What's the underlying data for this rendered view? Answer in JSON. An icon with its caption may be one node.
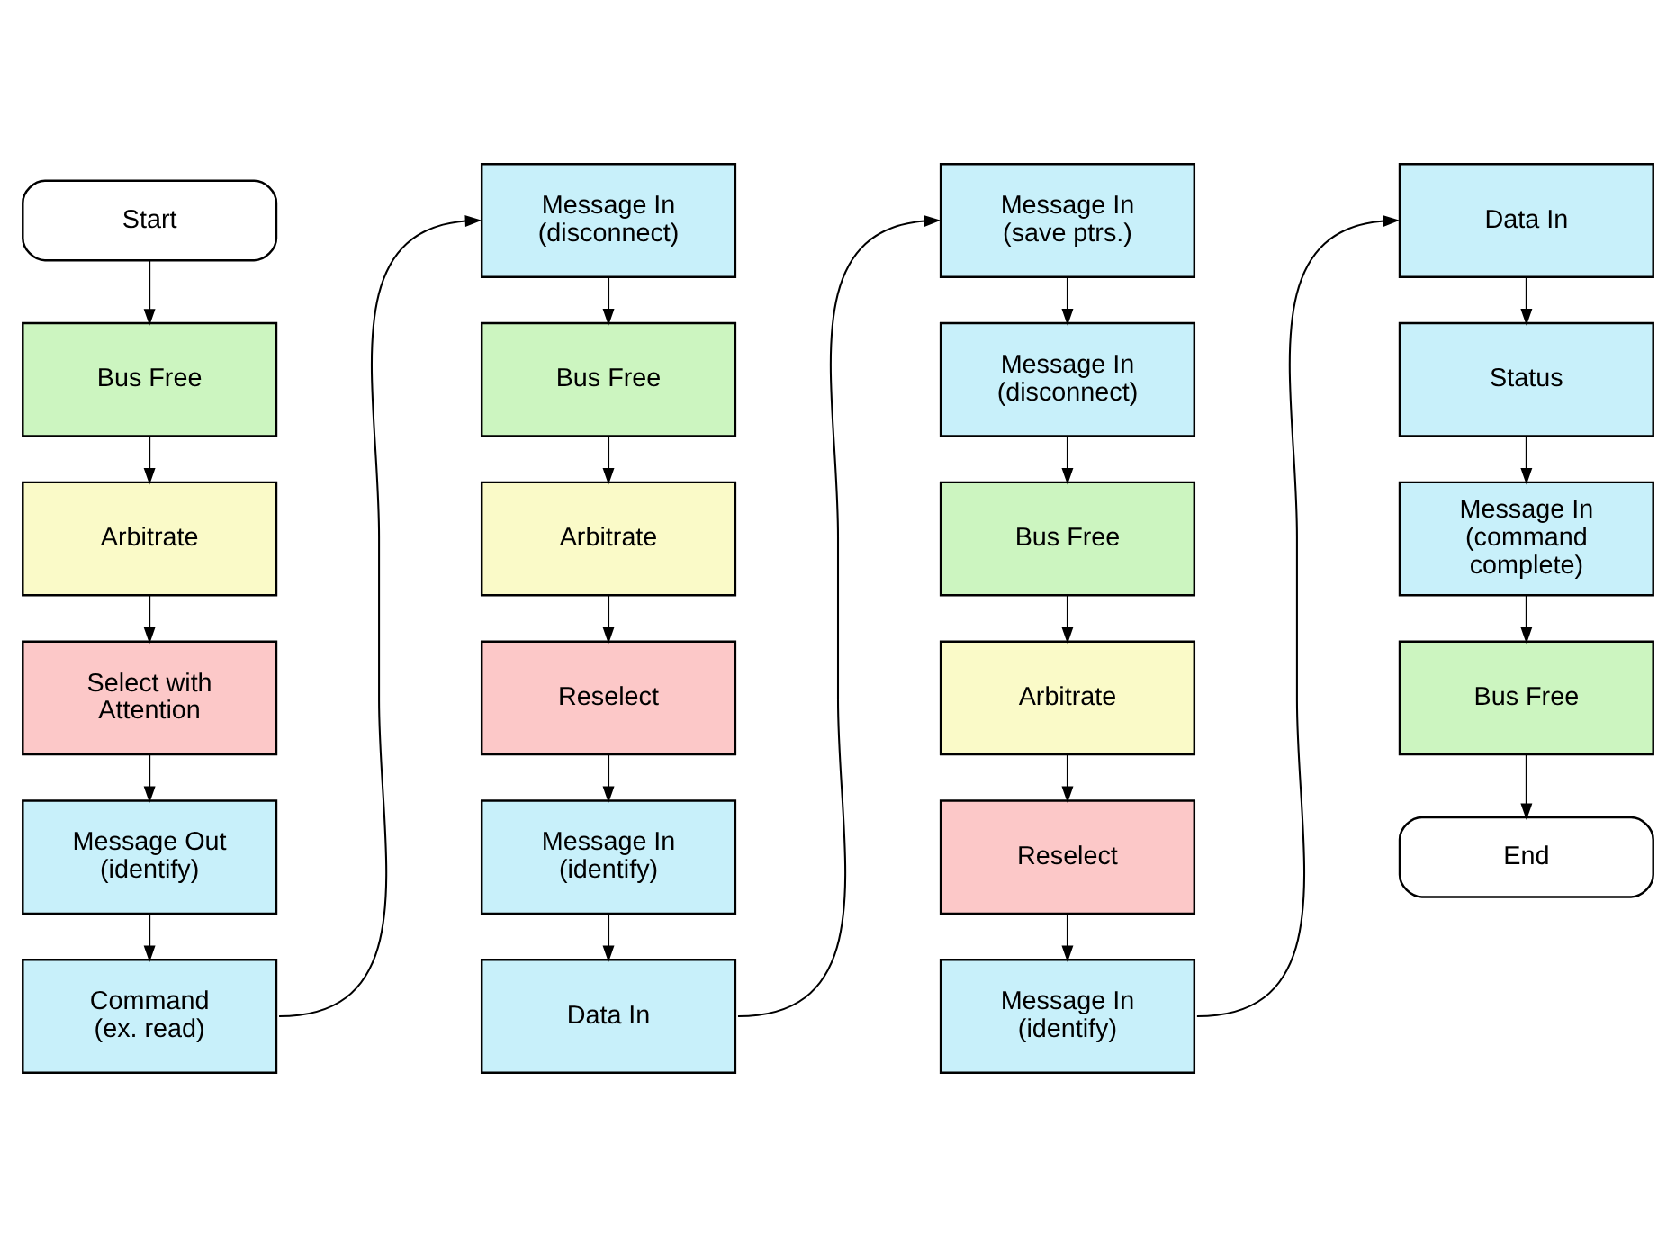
{
  "diagram": {
    "nodes": [
      {
        "text": [
          "Start"
        ]
      },
      {
        "text": [
          "Bus Free"
        ]
      },
      {
        "text": [
          "Arbitrate"
        ]
      },
      {
        "text": [
          "Select with Attention"
        ]
      },
      {
        "text": [
          "Message Out (identify)"
        ]
      },
      {
        "text": [
          "Command (ex. read)"
        ]
      },
      {
        "text": [
          "Message In (disconnect)"
        ]
      },
      {
        "text": [
          "Bus Free"
        ]
      },
      {
        "text": [
          "Arbitrate"
        ]
      },
      {
        "text": [
          "Reselect"
        ]
      },
      {
        "text": [
          "Message In (identify)"
        ]
      },
      {
        "text": [
          "Data In"
        ]
      },
      {
        "text": [
          "Message In (save ptrs.)"
        ]
      },
      {
        "text": [
          "Message In (disconnect)"
        ]
      },
      {
        "text": [
          "Bus Free"
        ]
      },
      {
        "text": [
          "Arbitrate"
        ]
      },
      {
        "text": [
          "Reselect"
        ]
      },
      {
        "text": [
          "Message In (identify)"
        ]
      },
      {
        "text": [
          "Data In"
        ]
      },
      {
        "text": [
          "Status"
        ]
      },
      {
        "text": [
          "Message In (command complete)"
        ]
      },
      {
        "text": [
          "Bus Free"
        ]
      },
      {
        "text": [
          "End"
        ]
      }
    ],
    "edges": [
      {
        "from": 0,
        "to": 1,
        "arrow": "to"
      },
      {
        "from": 1,
        "to": 2,
        "arrow": "to"
      },
      {
        "from": 2,
        "to": 3,
        "arrow": "to"
      },
      {
        "from": 3,
        "to": 4,
        "arrow": "to"
      },
      {
        "from": 4,
        "to": 5,
        "arrow": "to"
      },
      {
        "from": 5,
        "to": 6,
        "arrow": "to"
      },
      {
        "from": 6,
        "to": 7,
        "arrow": "to"
      },
      {
        "from": 7,
        "to": 8,
        "arrow": "to"
      },
      {
        "from": 8,
        "to": 9,
        "arrow": "to"
      },
      {
        "from": 9,
        "to": 10,
        "arrow": "to"
      },
      {
        "from": 10,
        "to": 11,
        "arrow": "to"
      },
      {
        "from": 11,
        "to": 12,
        "arrow": "to"
      },
      {
        "from": 12,
        "to": 13,
        "arrow": "to"
      },
      {
        "from": 13,
        "to": 14,
        "arrow": "to"
      },
      {
        "from": 14,
        "to": 15,
        "arrow": "to"
      },
      {
        "from": 15,
        "to": 16,
        "arrow": "to"
      },
      {
        "from": 16,
        "to": 17,
        "arrow": "to"
      },
      {
        "from": 17,
        "to": 18,
        "arrow": "to"
      },
      {
        "from": 18,
        "to": 19,
        "arrow": "to"
      },
      {
        "from": 19,
        "to": 20,
        "arrow": "to"
      },
      {
        "from": 20,
        "to": 21,
        "arrow": "to"
      },
      {
        "from": 21,
        "to": 22,
        "arrow": "to"
      }
    ]
  }
}
